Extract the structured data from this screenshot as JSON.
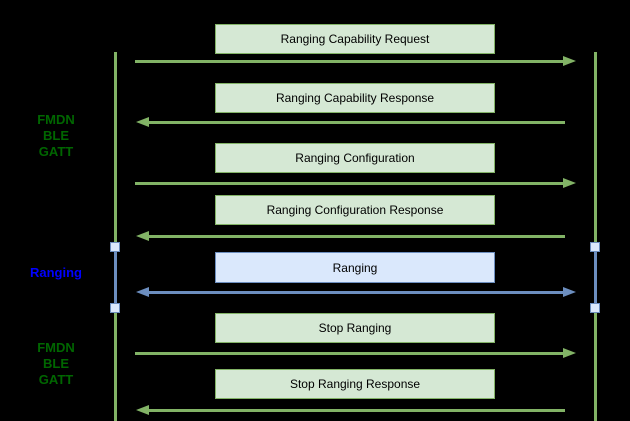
{
  "diagram": {
    "type": "sequence-diagram",
    "background_color": "#000000",
    "colors": {
      "green_box_fill": "#d5e8d4",
      "green_stroke": "#82b366",
      "blue_box_fill": "#dae8fc",
      "blue_stroke": "#6c8ebf",
      "side_label_green": "#006600",
      "side_label_blue": "#0000ff",
      "message_text": "#000000"
    },
    "left_labels": [
      {
        "lines": [
          "FMDN",
          "BLE",
          "GATT"
        ],
        "color": "#006600"
      },
      {
        "lines": [
          "Ranging"
        ],
        "color": "#0000ff"
      },
      {
        "lines": [
          "FMDN",
          "BLE",
          "GATT"
        ],
        "color": "#006600"
      }
    ],
    "messages": [
      {
        "label": "Ranging Capability Request",
        "direction": "right",
        "theme": "green"
      },
      {
        "label": "Ranging Capability Response",
        "direction": "left",
        "theme": "green"
      },
      {
        "label": "Ranging Configuration",
        "direction": "right",
        "theme": "green"
      },
      {
        "label": "Ranging Configuration Response",
        "direction": "left",
        "theme": "green"
      },
      {
        "label": "Ranging",
        "direction": "both",
        "theme": "blue"
      },
      {
        "label": "Stop Ranging",
        "direction": "right",
        "theme": "green"
      },
      {
        "label": "Stop Ranging Response",
        "direction": "left",
        "theme": "green"
      }
    ]
  }
}
